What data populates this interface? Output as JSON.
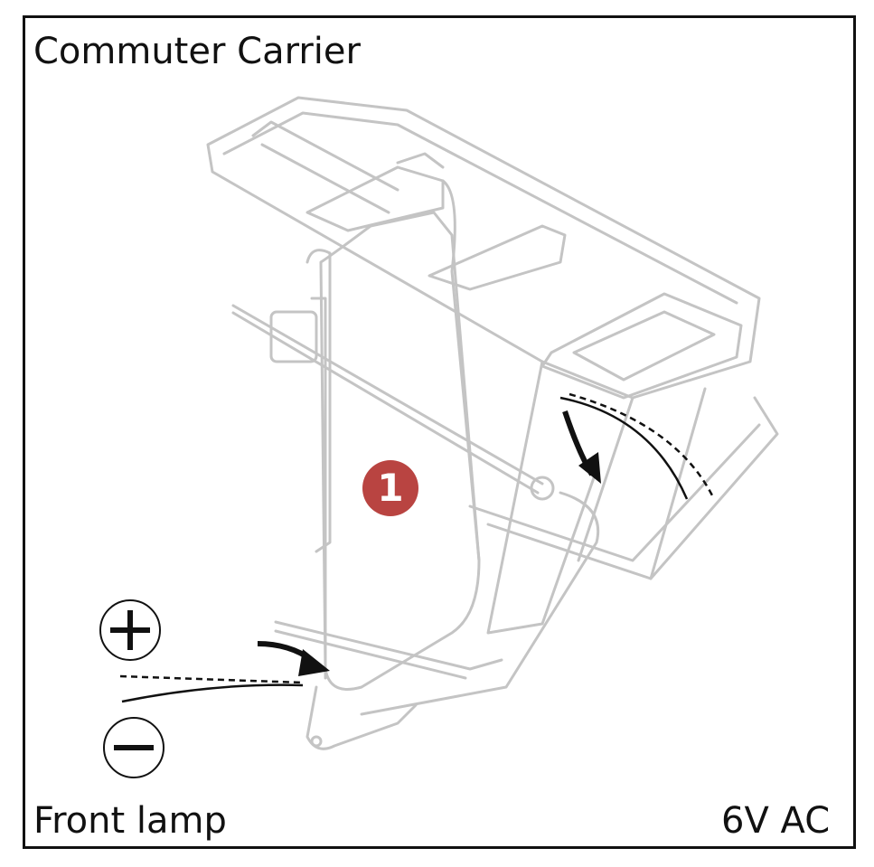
{
  "title": "Commuter Carrier",
  "labels": {
    "front_lamp": "Front lamp",
    "voltage": "6V AC"
  },
  "step_badge": {
    "number": "1",
    "color": "#b94441"
  },
  "polarity": {
    "plus_icon": "plus-circle-icon",
    "minus_icon": "minus-circle-icon"
  },
  "colors": {
    "rack_line": "#c4c4c4",
    "ink": "#111111"
  }
}
